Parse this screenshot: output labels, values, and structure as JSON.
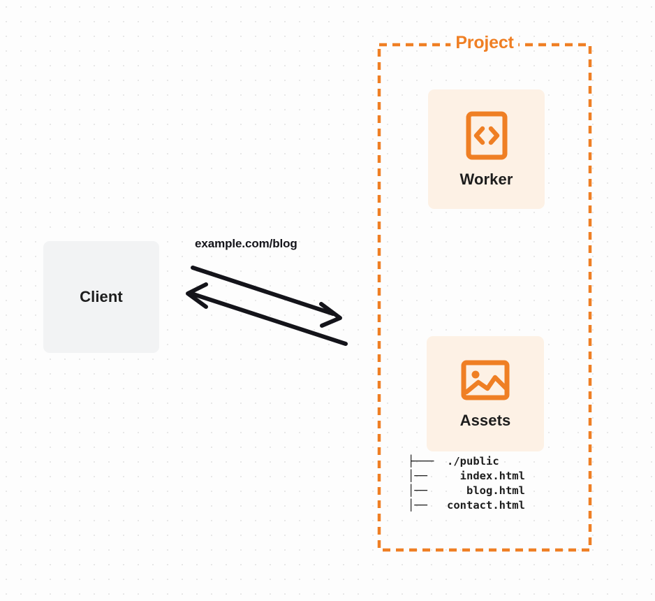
{
  "diagram": {
    "title": "Client to Project (Worker + Assets) request flow",
    "background": {
      "color": "#fdfdfd",
      "dot_color": "#e7e7e7"
    },
    "colors": {
      "accent_orange": "#ef7f24",
      "card_fill": "#fdf1e5",
      "client_fill": "#f2f3f4",
      "text_dark": "#1d1d1d",
      "arrow_stroke": "#14141a"
    },
    "client": {
      "label": "Client",
      "icon": "client-box"
    },
    "connector": {
      "label": "example.com/blog",
      "request_arrow": "arrow-right",
      "response_arrow": "arrow-left"
    },
    "project": {
      "title": "Project",
      "border_style": "dashed",
      "nodes": [
        {
          "label": "Worker",
          "icon": "code-file-icon"
        },
        {
          "label": "Assets",
          "icon": "image-icon"
        }
      ],
      "file_tree": [
        {
          "branch": "├───",
          "name": "./public"
        },
        {
          "branch": "│──",
          "name": "index.html"
        },
        {
          "branch": "│──",
          "name": "blog.html"
        },
        {
          "branch": "│──",
          "name": "contact.html"
        }
      ],
      "file_tree_text": "├───  ./public\n│──     index.html\n│──      blog.html\n│──   contact.html"
    }
  }
}
